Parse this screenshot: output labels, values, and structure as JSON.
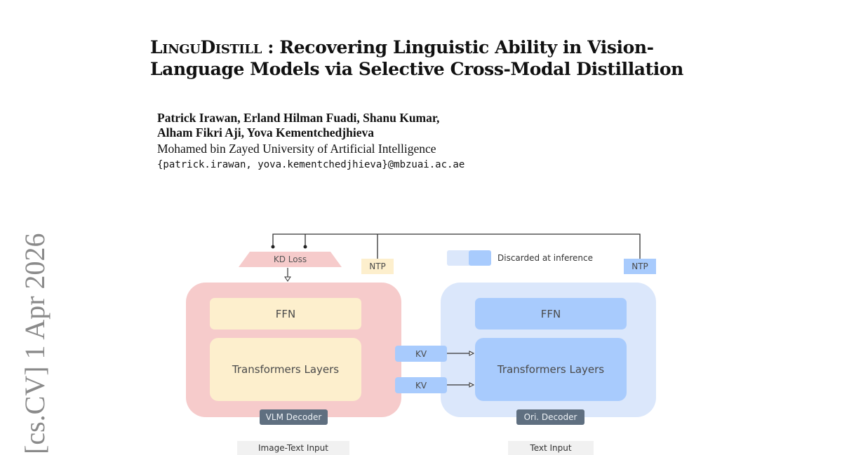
{
  "paper": {
    "title_smallcaps": "LinguDistill",
    "title_rest_line1": " :  Recovering Linguistic Ability in Vision-",
    "title_line2": "Language Models via Selective Cross-Modal Distillation",
    "authors_line1": "Patrick Irawan, Erland Hilman Fuadi, Shanu Kumar,",
    "authors_line2": "Alham Fikri Aji, Yova Kementchedjhieva",
    "affiliation": "Mohamed bin Zayed University of Artificial Intelligence",
    "email": "{patrick.irawan, yova.kementchedjhieva}@mbzuai.ac.ae",
    "arxiv_stamp": "[cs.CV]  1 Apr 2026"
  },
  "figure": {
    "kd_loss_label": "KD Loss",
    "ntp_left_label": "NTP",
    "ntp_right_label": "NTP",
    "legend_label": "Discarded at inference",
    "vlm": {
      "ffn_label": "FFN",
      "layers_label": "Transformers Layers",
      "decoder_label": "VLM Decoder",
      "input_label": "Image-Text Input"
    },
    "ori": {
      "ffn_label": "FFN",
      "layers_label": "Transformers Layers",
      "decoder_label": "Ori. Decoder",
      "input_label": "Text Input"
    },
    "kv_labels": [
      "KV",
      "KV"
    ],
    "colors": {
      "vlm_panel": "#f6cbcb",
      "vlm_block": "#fdefcd",
      "ori_panel": "#dbe7fb",
      "ori_block": "#a8cbfd",
      "decoder_tag": "#5f6f80"
    }
  }
}
